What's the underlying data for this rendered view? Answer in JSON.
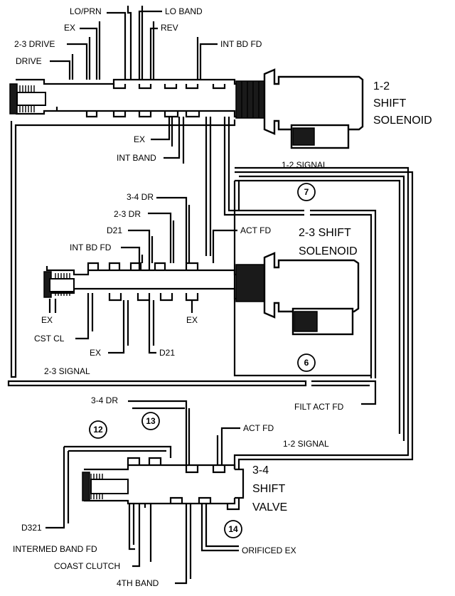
{
  "valve_1_2": {
    "title": [
      "1-2",
      "SHIFT",
      "SOLENOID"
    ],
    "labels": {
      "lo_prn": "LO/PRN",
      "lo_band": "LO BAND",
      "ex_top": "EX",
      "rev": "REV",
      "drive_2_3": "2-3 DRIVE",
      "int_bd_fd": "INT BD FD",
      "drive": "DRIVE",
      "ex_bottom": "EX",
      "int_band": "INT BAND",
      "signal": "1-2 SIGNAL"
    }
  },
  "valve_2_3": {
    "title": [
      "2-3 SHIFT",
      "SOLENOID"
    ],
    "labels": {
      "dr_3_4": "3-4 DR",
      "dr_2_3": "2-3 DR",
      "d21_top": "D21",
      "act_fd": "ACT FD",
      "int_bd_fd": "INT BD FD",
      "ex_left": "EX",
      "ex_right": "EX",
      "cst_cl": "CST CL",
      "ex_bottom": "EX",
      "d21_bottom": "D21",
      "signal": "2-3 SIGNAL"
    }
  },
  "valve_3_4": {
    "title": [
      "3-4",
      "SHIFT",
      "VALVE"
    ],
    "labels": {
      "dr_3_4": "3-4 DR",
      "act_fd": "ACT FD",
      "signal_1_2": "1-2 SIGNAL",
      "filt_act_fd": "FILT ACT FD",
      "d321": "D321",
      "intermed_band_fd": "INTERMED BAND FD",
      "coast_clutch": "COAST CLUTCH",
      "band_4th": "4TH BAND",
      "orificed_ex": "ORIFICED EX"
    }
  },
  "orifices": {
    "o7": "7",
    "o6": "6",
    "o12": "12",
    "o13": "13",
    "o14": "14"
  }
}
